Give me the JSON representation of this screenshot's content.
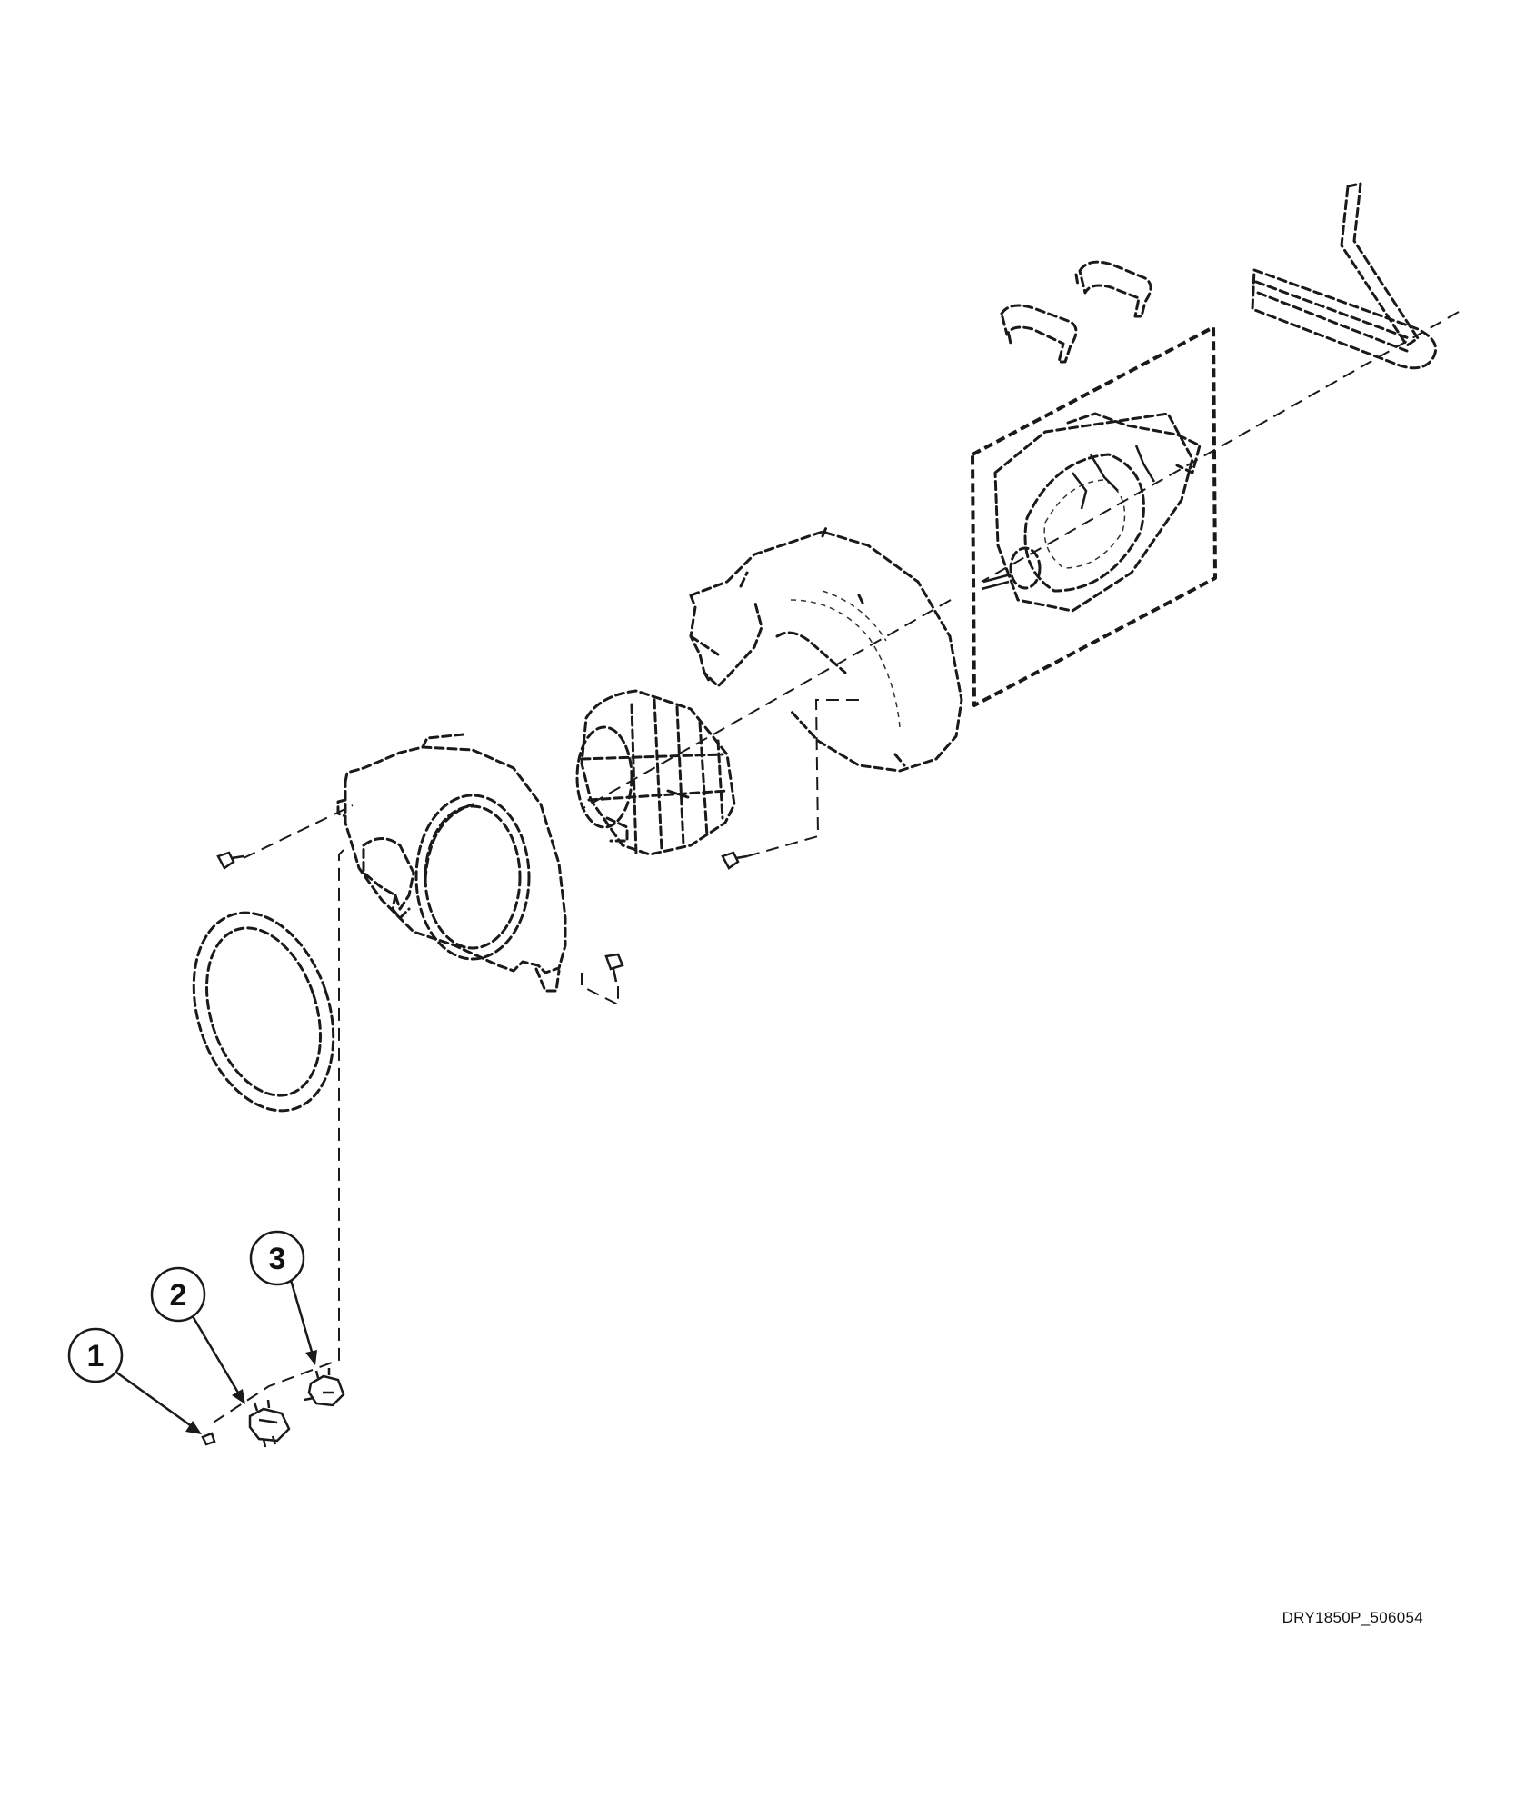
{
  "figure": {
    "drawing_id": "DRY1850P_506054",
    "parts": [
      {
        "number": "1",
        "icon": "screw-icon"
      },
      {
        "number": "2",
        "icon": "thermostat-icon"
      },
      {
        "number": "3",
        "icon": "thermostat-icon"
      }
    ],
    "colors": {
      "line": "#1a1a1a",
      "background": "#ffffff"
    }
  }
}
